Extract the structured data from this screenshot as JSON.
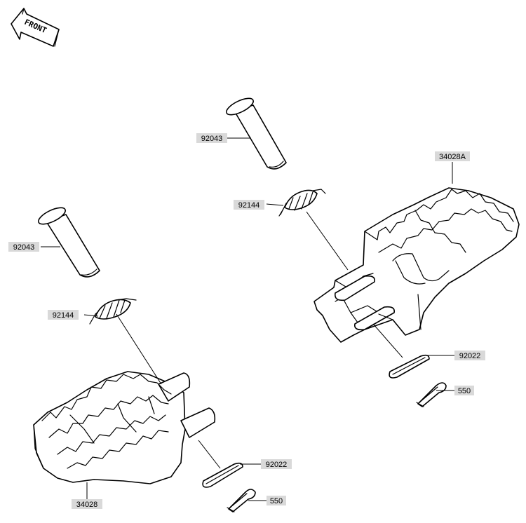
{
  "front_label": "FRONT",
  "callouts": [
    {
      "id": "pin-right",
      "text": "92043"
    },
    {
      "id": "spring-right",
      "text": "92144"
    },
    {
      "id": "footpeg-right",
      "text": "34028A"
    },
    {
      "id": "washer-right",
      "text": "92022"
    },
    {
      "id": "cotter-right",
      "text": "550"
    },
    {
      "id": "pin-left",
      "text": "92043"
    },
    {
      "id": "spring-left",
      "text": "92144"
    },
    {
      "id": "footpeg-left",
      "text": "34028"
    },
    {
      "id": "washer-left",
      "text": "92022"
    },
    {
      "id": "cotter-left",
      "text": "550"
    }
  ]
}
